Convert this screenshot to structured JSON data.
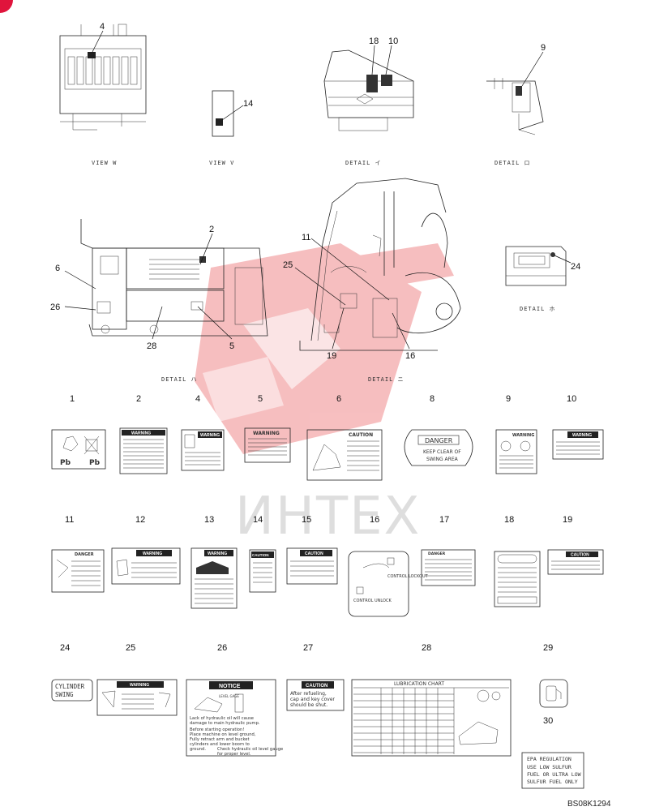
{
  "drawing_number": "BS08K1294",
  "watermark": "ИНТЕХ",
  "views": {
    "view_w": "VIEW W",
    "view_v": "VIEW V",
    "detail_i": "DETAIL イ",
    "detail_ro": "DETAIL ロ",
    "detail_a": "DETAIL ハ",
    "detail_ni": "DETAIL ニ",
    "detail_ho": "DETAIL ホ"
  },
  "callouts": {
    "c4": "4",
    "c14": "14",
    "c18": "18",
    "c10": "10",
    "c9": "9",
    "c2": "2",
    "c6": "6",
    "c26": "26",
    "c28": "28",
    "c5": "5",
    "c11": "11",
    "c25": "25",
    "c19": "19",
    "c16": "16",
    "c24": "24"
  },
  "labels": [
    {
      "num": "1"
    },
    {
      "num": "2"
    },
    {
      "num": "4"
    },
    {
      "num": "5"
    },
    {
      "num": "6"
    },
    {
      "num": "8"
    },
    {
      "num": "9"
    },
    {
      "num": "10"
    },
    {
      "num": "11"
    },
    {
      "num": "12"
    },
    {
      "num": "13"
    },
    {
      "num": "14"
    },
    {
      "num": "15"
    },
    {
      "num": "16"
    },
    {
      "num": "17"
    },
    {
      "num": "18"
    },
    {
      "num": "19"
    },
    {
      "num": "24"
    },
    {
      "num": "25"
    },
    {
      "num": "26"
    },
    {
      "num": "27"
    },
    {
      "num": "28"
    },
    {
      "num": "29"
    },
    {
      "num": "30"
    }
  ],
  "label_text": {
    "pb_left": "Pb",
    "pb_right": "Pb",
    "warning": "WARNING",
    "caution": "CAUTION",
    "danger": "DANGER",
    "notice": "NOTICE",
    "danger_keep_clear_1": "KEEP CLEAR OF",
    "danger_keep_clear_2": "SWING AREA",
    "control_lockout": "CONTROL LOCKOUT",
    "control_unlock": "CONTROL UNLOCK",
    "cylinder_swing_1": "CYLINDER",
    "cylinder_swing_2": "SWING",
    "refuel_1": "After refueling,",
    "refuel_2": "cap and key cover",
    "refuel_3": "should be shut.",
    "lubrication_chart": "LUBRICATION CHART",
    "level_gage": "LEVEL GAGE",
    "notice_line1": "Lack of hydraulic oil will cause",
    "notice_line2": "damage to main hydraulic pump.",
    "notice_line3": "Before starting operation!",
    "notice_line4": "Place machine on level ground,",
    "notice_line5": "Fully retract arm and bucket",
    "notice_line6": "cylinders and lower boom to",
    "notice_line7": "ground.",
    "notice_line8": "Check hydraulic oil level gauge",
    "notice_line9": "for proper level.",
    "epa_1": "EPA REGULATION",
    "epa_2": "USE LOW SULFUR",
    "epa_3": "FUEL OR ULTRA LOW",
    "epa_4": "SULFUR FUEL ONLY"
  },
  "colors": {
    "ink": "#222222",
    "watermark_red": "#e8474a"
  }
}
